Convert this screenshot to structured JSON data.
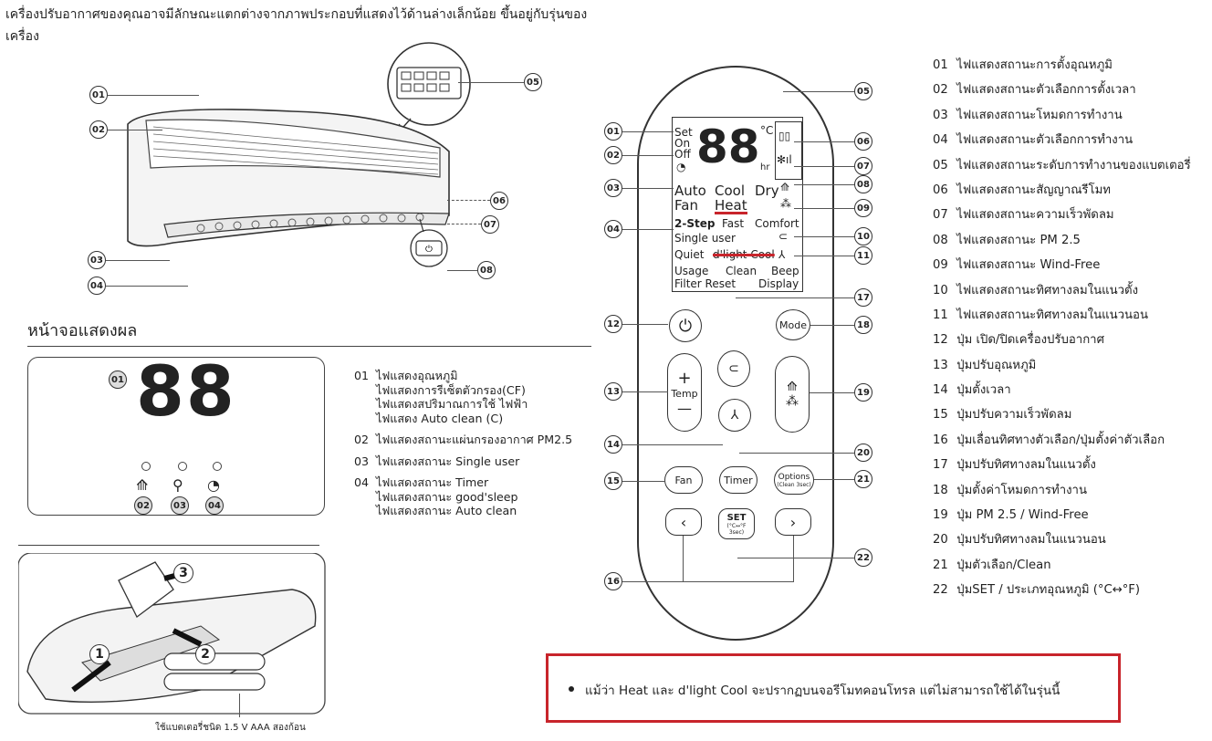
{
  "intro": [
    "เครื่องปรับอากาศของคุณอาจมีลักษณะแตกต่างจากภาพประกอบที่แสดงไว้ด้านล่างเล็กน้อย ขึ้นอยู่กับรุ่นของ",
    "เครื่อง"
  ],
  "unit_callouts": [
    "01",
    "02",
    "03",
    "04",
    "05",
    "06",
    "07",
    "08"
  ],
  "display_section": {
    "title": "หน้าจอแสดงผล",
    "digits": "88",
    "callouts": [
      "01",
      "02",
      "03",
      "04"
    ],
    "items": [
      {
        "num": "01",
        "lines": [
          "ไฟแสดงอุณหภูมิ",
          "ไฟแสดงการรีเซ็ตตัวกรอง(CF)",
          "ไฟแสดงสปริมาณการใช้ ไฟฟ้า",
          "ไฟแสดง Auto clean (C)"
        ]
      },
      {
        "num": "02",
        "lines": [
          "ไฟแสดงสถานะแผ่นกรองอากาศ PM2.5"
        ]
      },
      {
        "num": "03",
        "lines": [
          "ไฟแสดงสถานะ Single user"
        ]
      },
      {
        "num": "04",
        "lines": [
          "ไฟแสดงสถานะ Timer",
          "ไฟแสดงสถานะ good'sleep",
          "ไฟแสดงสถานะ Auto clean"
        ]
      }
    ]
  },
  "battery": {
    "steps": [
      "1",
      "2",
      "3"
    ],
    "caption": "ใช้แบตเตอรี่ชนิด 1.5 V AAA สองก้อน"
  },
  "remote": {
    "callouts_left": [
      "01",
      "02",
      "03",
      "04",
      "12",
      "13",
      "14",
      "15",
      "16"
    ],
    "callouts_right": [
      "05",
      "06",
      "07",
      "08",
      "09",
      "10",
      "11",
      "17",
      "18",
      "19",
      "20",
      "21",
      "22"
    ],
    "screen": {
      "set": "Set",
      "on": "On",
      "off": "Off",
      "digits": "88",
      "unit_c": "°C",
      "unit_hr": "hr",
      "auto": "Auto",
      "cool": "Cool",
      "dry": "Dry",
      "fan": "Fan",
      "heat": "Heat",
      "two_step": "2-Step",
      "fast": "Fast",
      "comfort": "Comfort",
      "single_user": "Single user",
      "quiet": "Quiet",
      "dlight": "d'light Cool",
      "usage": "Usage",
      "clean": "Clean",
      "beep": "Beep",
      "filter_reset": "Filter Reset",
      "display": "Display"
    },
    "buttons": {
      "mode": "Mode",
      "temp": "Temp",
      "plus": "+",
      "minus": "—",
      "fan": "Fan",
      "timer": "Timer",
      "options": "Options",
      "options_sub": "(Clean 3sec)",
      "set": "SET",
      "set_sub": "(°C↔°F 3sec)"
    }
  },
  "legend": [
    {
      "num": "01",
      "text": "ไฟแสดงสถานะการตั้งอุณหภูมิ"
    },
    {
      "num": "02",
      "text": "ไฟแสดงสถานะตัวเลือกการตั้งเวลา"
    },
    {
      "num": "03",
      "text": "ไฟแสดงสถานะโหมดการทำงาน"
    },
    {
      "num": "04",
      "text": "ไฟแสดงสถานะตัวเลือกการทำงาน"
    },
    {
      "num": "05",
      "text": "ไฟแสดงสถานะระดับการทำงานของแบตเตอรี่"
    },
    {
      "num": "06",
      "text": "ไฟแสดงสถานะสัญญาณรีโมท"
    },
    {
      "num": "07",
      "text": "ไฟแสดงสถานะความเร็วพัดลม"
    },
    {
      "num": "08",
      "text": "ไฟแสดงสถานะ PM 2.5"
    },
    {
      "num": "09",
      "text": "ไฟแสดงสถานะ Wind-Free"
    },
    {
      "num": "10",
      "text": "ไฟแสดงสถานะทิศทางลมในแนวตั้ง"
    },
    {
      "num": "11",
      "text": "ไฟแสดงสถานะทิศทางลมในแนวนอน"
    },
    {
      "num": "12",
      "text": "ปุ่ม เปิด/ปิดเครื่องปรับอากาศ"
    },
    {
      "num": "13",
      "text": "ปุ่มปรับอุณหภูมิ"
    },
    {
      "num": "14",
      "text": "ปุ่มตั้งเวลา"
    },
    {
      "num": "15",
      "text": "ปุ่มปรับความเร็วพัดลม"
    },
    {
      "num": "16",
      "text": "ปุ่มเลื่อนทิศทางตัวเลือก/ปุ่มตั้งค่าตัวเลือก"
    },
    {
      "num": "17",
      "text": "ปุ่มปรับทิศทางลมในแนวตั้ง"
    },
    {
      "num": "18",
      "text": "ปุ่มตั้งค่าโหมดการทำงาน"
    },
    {
      "num": "19",
      "text": "ปุ่ม PM 2.5 / Wind-Free"
    },
    {
      "num": "20",
      "text": "ปุ่มปรับทิศทางลมในแนวนอน"
    },
    {
      "num": "21",
      "text": "ปุ่มตัวเลือก/Clean"
    },
    {
      "num": "22",
      "text": "ปุ่มSET / ประเภทอุณหภูมิ (°C↔°F)"
    }
  ],
  "note": "แม้ว่า Heat และ d'light Cool จะปรากฏบนจอรีโมทคอนโทรล แต่ไม่สามารถใช้ได้ในรุ่นนี้",
  "colors": {
    "accent_red": "#c8242b",
    "line": "#333333"
  }
}
